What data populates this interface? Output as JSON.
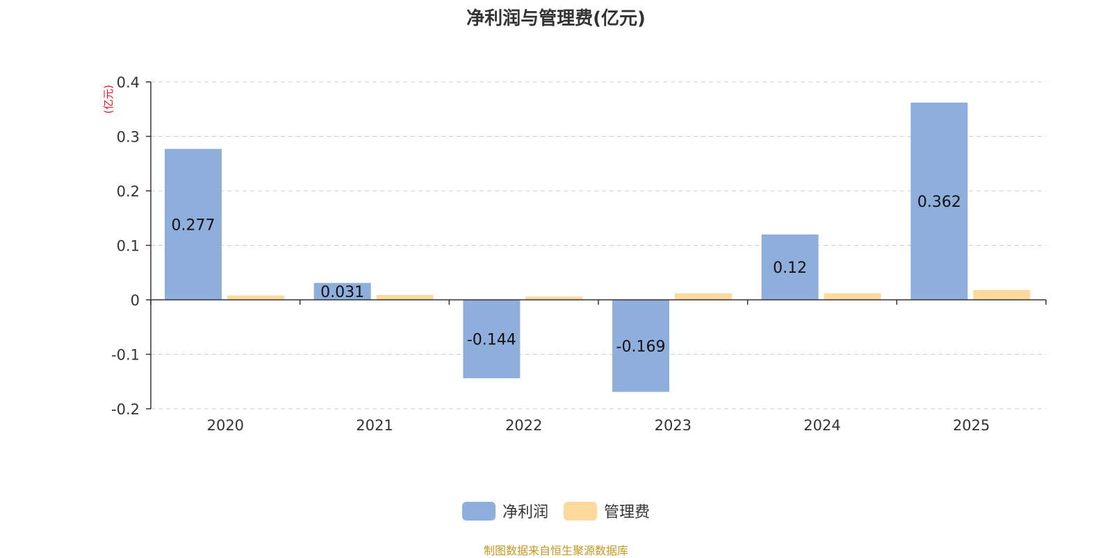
{
  "title": "净利润与管理费(亿元)",
  "source_note": "制图数据来自恒生聚源数据库",
  "chart_data": {
    "type": "bar",
    "title": "净利润与管理费(亿元)",
    "unit_label": "(亿元)",
    "categories": [
      "2020",
      "2021",
      "2022",
      "2023",
      "2024",
      "2025"
    ],
    "series": [
      {
        "name": "净利润",
        "color": "#8eaedc",
        "values": [
          0.277,
          0.031,
          -0.144,
          -0.169,
          0.12,
          0.362
        ],
        "labels": [
          "0.277",
          "0.031",
          "-0.144",
          "-0.169",
          "0.12",
          "0.362"
        ]
      },
      {
        "name": "管理费",
        "color": "#fdd99b",
        "values": [
          0.008,
          0.009,
          0.006,
          0.012,
          0.012,
          0.018
        ]
      }
    ],
    "yticks": [
      "0.4",
      "0.3",
      "0.2",
      "0.1",
      "0",
      "-0.1",
      "-0.2"
    ],
    "ylim": [
      -0.2,
      0.4
    ],
    "grid": true,
    "legend_position": "bottom"
  }
}
